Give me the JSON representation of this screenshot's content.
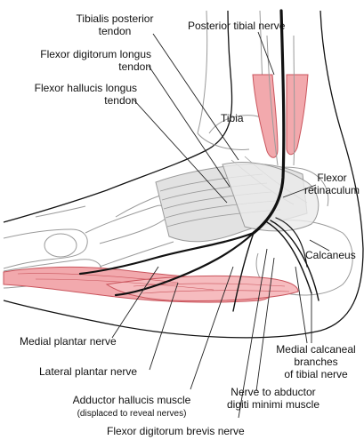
{
  "colors": {
    "muscle_fill": "#f2a9ad",
    "muscle_stroke": "#c9545c",
    "nerve": "#111111",
    "tendon_fill": "#e2e2e2",
    "bone_outline": "#9a9a9a",
    "leader": "#222222"
  },
  "labels": {
    "tibialis_posterior": [
      "Tibialis posterior",
      "tendon"
    ],
    "posterior_tibial_nerve": "Posterior tibial nerve",
    "fdl": [
      "Flexor digitorum longus",
      "tendon"
    ],
    "fhl": [
      "Flexor hallucis longus",
      "tendon"
    ],
    "tibia": "Tibia",
    "flexor_retinaculum": [
      "Flexor",
      "retinaculum"
    ],
    "calcaneus": "Calcaneus",
    "medial_plantar": "Medial plantar nerve",
    "lateral_plantar": "Lateral plantar nerve",
    "adductor_hallucis": "Adductor hallucis muscle",
    "adductor_note": "(displaced to reveal nerves)",
    "nerve_abductor": [
      "Nerve to abductor",
      "digiti minimi muscle"
    ],
    "medial_calcaneal": [
      "Medial calcaneal",
      "branches",
      "of tibial nerve"
    ],
    "fdb_nerve": "Flexor digitorum brevis nerve"
  }
}
